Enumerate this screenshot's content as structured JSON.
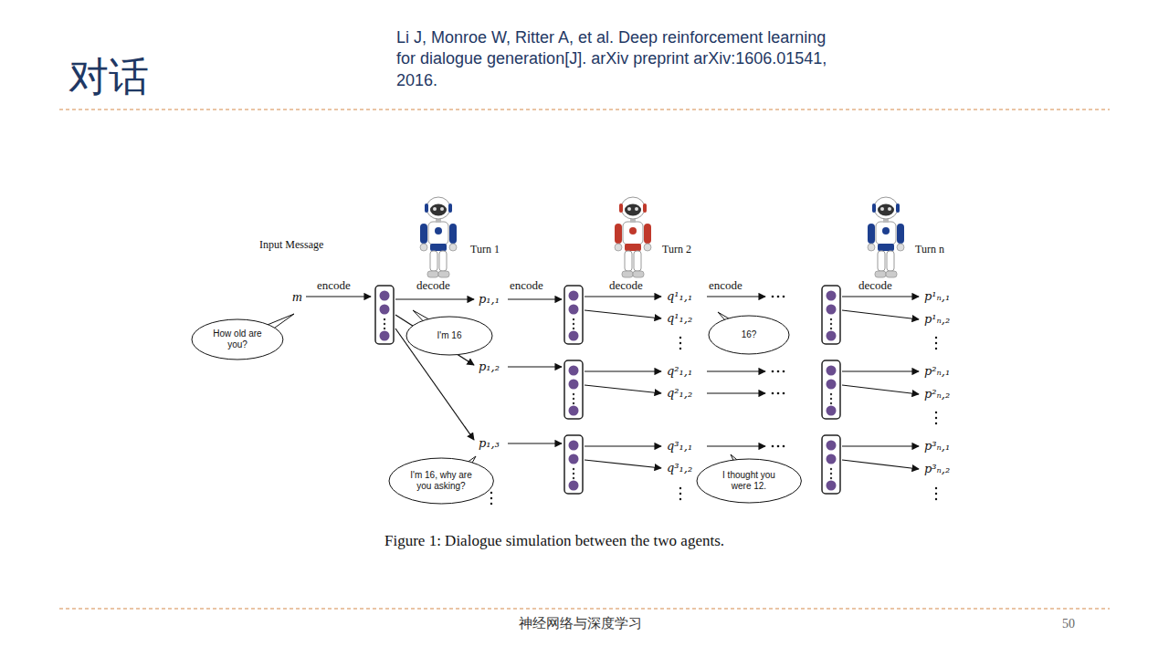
{
  "diagram": {
    "title": "对话",
    "caption": "Figure 1: Dialogue simulation between the two agents.",
    "nodes": [
      {
        "text": [
          "How old are you?"
        ]
      },
      {
        "text": [
          "I'm 16"
        ]
      },
      {
        "text": [
          "16?"
        ]
      },
      {
        "text": [
          "I'm 16, why are you asking?"
        ]
      },
      {
        "text": [
          "I thought you were 12."
        ]
      }
    ],
    "labels": [
      "Li J, Monroe W, Ritter A, et al. Deep reinforcement learning for dialogue generation[J]. arXiv preprint arXiv:1606.01541, 2016.",
      "Input Message",
      "Turn 1",
      "Turn 2",
      "Turn n",
      "m",
      "encode",
      "decode",
      "encode",
      "decode",
      "encode",
      "decode",
      "p₁,₁",
      "p₁,₂",
      "p₁,₃",
      "q¹₁,₁",
      "q¹₁,₂",
      "q²₁,₁",
      "q²₁,₂",
      "q³₁,₁",
      "q³₁,₂",
      "p¹ₙ,₁",
      "p¹ₙ,₂",
      "p²ₙ,₁",
      "p²ₙ,₂",
      "p³ₙ,₁",
      "p³ₙ,₂",
      "神经网络与深度学习",
      "50"
    ]
  }
}
